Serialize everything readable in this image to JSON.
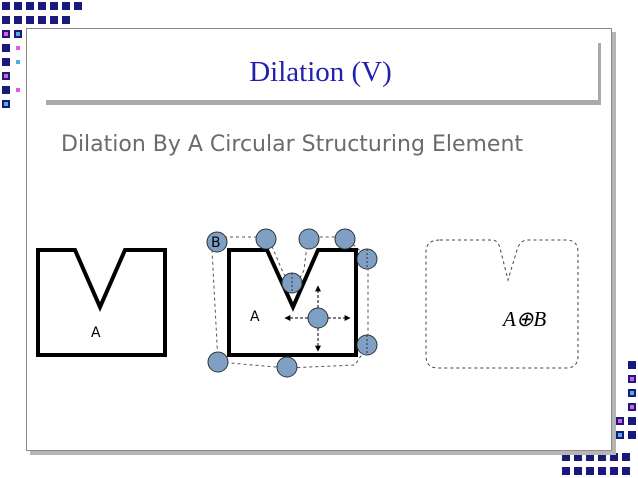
{
  "slide": {
    "title": "Dilation (V)",
    "subtitle": "Dilation By A Circular Structuring Element"
  },
  "figure": {
    "label_a_left": "A",
    "label_a_middle": "A",
    "label_b": "B",
    "result_formula": "A⊕B"
  },
  "colors": {
    "title": "#1f1fb0",
    "subtitle": "#6b6b6b",
    "circle_fill": "#7f9fc5",
    "deco_navy": "#1a1a7a",
    "deco_purple": "#7a2fb0",
    "deco_magenta": "#e05ae0"
  }
}
